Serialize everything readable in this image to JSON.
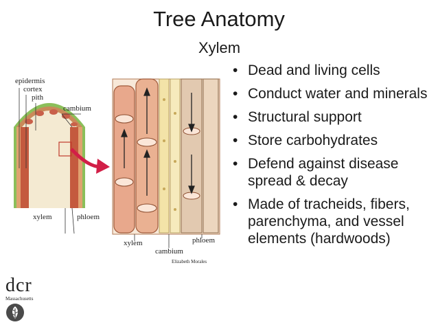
{
  "slide": {
    "title": "Tree Anatomy",
    "subtitle": "Xylem",
    "bullets": [
      "Dead and living cells",
      "Conduct water and minerals",
      "Structural support",
      "Store carbohydrates",
      "Defend against disease spread & decay",
      "Made of tracheids, fibers, parenchyma, and vessel elements (hardwoods)"
    ]
  },
  "figure": {
    "labels": {
      "epidermis": "epidermis",
      "cortex": "cortex",
      "pith": "pith",
      "cambium": "cambium",
      "xylem_left": "xylem",
      "phloem_left": "phloem",
      "xylem_bottom": "xylem",
      "cambium_bottom": "cambium",
      "phloem_bottom": "phloem",
      "credit": "Elizabeth Morales"
    },
    "colors": {
      "xylem": "#e8a88c",
      "cambium": "#f3e3a8",
      "phloem": "#e2c9b0",
      "cortex": "#8bbf5a",
      "arrow": "#d21f47"
    }
  },
  "logo": {
    "text": "dcr",
    "sub": "Massachusetts",
    "icon": "leaf-icon"
  }
}
